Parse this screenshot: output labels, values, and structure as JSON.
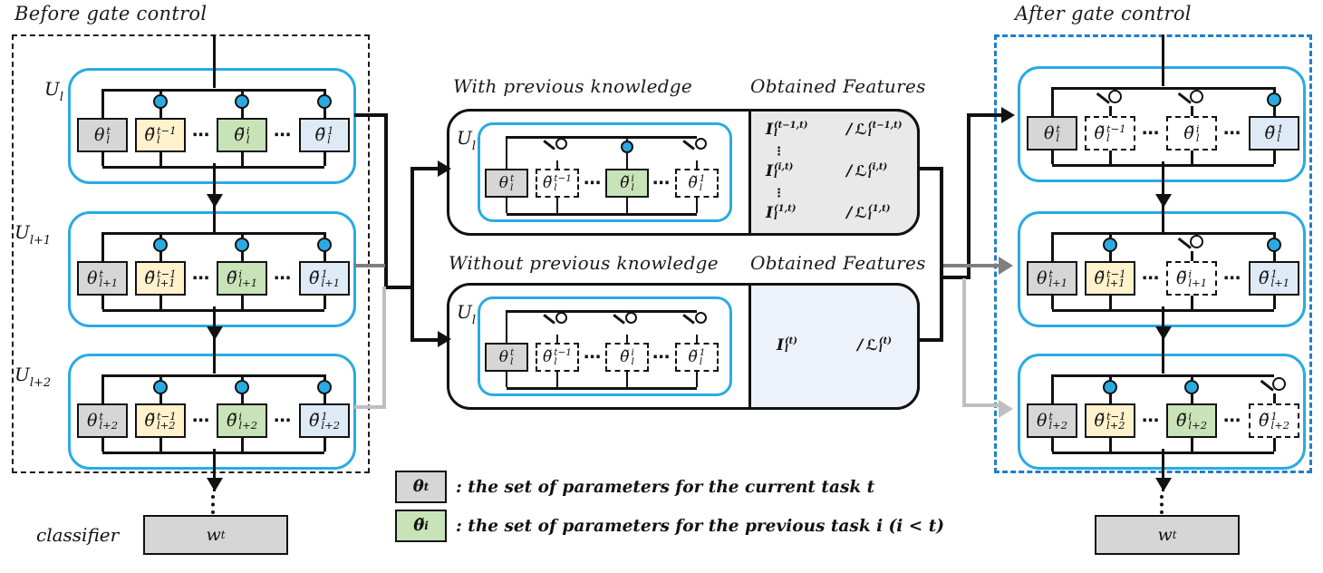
{
  "titles": {
    "left": "Before gate control",
    "right": "After gate control",
    "middle_top": "With previous knowledge",
    "middle_bottom": "Without previous knowledge",
    "features_top": "Obtained Features",
    "features_bottom": "Obtained Features"
  },
  "classifier": {
    "label": "classifier",
    "w_sym": "w",
    "w_sup": "t"
  },
  "right_classifier": {
    "w_sym": "w",
    "w_sup": "t"
  },
  "legend": [
    {
      "sym": "θ",
      "sup": "t",
      "fill": "gray",
      "text": ": the set of parameters for the current task t"
    },
    {
      "sym": "θ̃",
      "sup": "i",
      "fill": "green",
      "text": ": the set of parameters for the previous task  i (i < t)"
    }
  ],
  "symbols": {
    "hdots": "⋯",
    "vdots": "⋮",
    "slash": "/"
  },
  "colors": {
    "unit_blue": "#29ABE2",
    "gate_blue": "#29ABE2",
    "dashed_blue": "#1F7EC8",
    "box_gray": "#D6D6D6",
    "box_yellow": "#FFF2CC",
    "box_green": "#C9E3B9",
    "box_blue": "#DEEAF6",
    "panel_gray": "#E9E9E9",
    "panel_blue": "#EDF2FA",
    "line_black": "#111111",
    "line_gray": "#7F7F7F",
    "line_lightgray": "#BFBFBF"
  },
  "units": {
    "left": [
      {
        "label_sym": "U",
        "label_sub": "l",
        "boxes": [
          {
            "sym": "θ",
            "sup": "t",
            "sub": "l",
            "fill": "gray",
            "gate": "none"
          },
          {
            "sym": "θ̃",
            "sup": "t−1",
            "sub": "l",
            "fill": "yellow",
            "gate": "closed"
          },
          {
            "sym": "θ̃",
            "sup": "i",
            "sub": "l",
            "fill": "green",
            "gate": "closed"
          },
          {
            "sym": "θ̃",
            "sup": "1",
            "sub": "l",
            "fill": "blue",
            "gate": "closed"
          }
        ]
      },
      {
        "label_sym": "U",
        "label_sub": "l+1",
        "boxes": [
          {
            "sym": "θ",
            "sup": "t",
            "sub": "l+1",
            "fill": "gray",
            "gate": "none"
          },
          {
            "sym": "θ̃",
            "sup": "t−1",
            "sub": "l+1",
            "fill": "yellow",
            "gate": "closed"
          },
          {
            "sym": "θ̃",
            "sup": "i",
            "sub": "l+1",
            "fill": "green",
            "gate": "closed"
          },
          {
            "sym": "θ̃",
            "sup": "1",
            "sub": "l+1",
            "fill": "blue",
            "gate": "closed"
          }
        ]
      },
      {
        "label_sym": "U",
        "label_sub": "l+2",
        "boxes": [
          {
            "sym": "θ",
            "sup": "t",
            "sub": "l+2",
            "fill": "gray",
            "gate": "none"
          },
          {
            "sym": "θ̃",
            "sup": "t−1",
            "sub": "l+2",
            "fill": "yellow",
            "gate": "closed"
          },
          {
            "sym": "θ̃",
            "sup": "i",
            "sub": "l+2",
            "fill": "green",
            "gate": "closed"
          },
          {
            "sym": "θ̃",
            "sup": "1",
            "sub": "l+2",
            "fill": "blue",
            "gate": "closed"
          }
        ]
      }
    ],
    "middle": [
      {
        "label_sym": "U",
        "label_sub": "l",
        "boxes": [
          {
            "sym": "θ",
            "sup": "t",
            "sub": "l",
            "fill": "gray",
            "gate": "none"
          },
          {
            "sym": "θ̃",
            "sup": "t−1",
            "sub": "l",
            "fill": "dashed",
            "gate": "open"
          },
          {
            "sym": "θ̃",
            "sup": "i",
            "sub": "l",
            "fill": "green",
            "gate": "closed"
          },
          {
            "sym": "θ̃",
            "sup": "1",
            "sub": "l",
            "fill": "dashed",
            "gate": "open"
          }
        ]
      },
      {
        "label_sym": "U",
        "label_sub": "l",
        "boxes": [
          {
            "sym": "θ",
            "sup": "t",
            "sub": "l",
            "fill": "gray",
            "gate": "none"
          },
          {
            "sym": "θ̃",
            "sup": "t−1",
            "sub": "l",
            "fill": "dashed",
            "gate": "open"
          },
          {
            "sym": "θ̃",
            "sup": "i",
            "sub": "l",
            "fill": "dashed",
            "gate": "open"
          },
          {
            "sym": "θ̃",
            "sup": "1",
            "sub": "l",
            "fill": "dashed",
            "gate": "open"
          }
        ]
      }
    ],
    "right": [
      {
        "boxes": [
          {
            "sym": "θ",
            "sup": "t",
            "sub": "l",
            "fill": "gray",
            "gate": "none"
          },
          {
            "sym": "θ̃",
            "sup": "t−1",
            "sub": "l",
            "fill": "dashed",
            "gate": "open"
          },
          {
            "sym": "θ̃",
            "sup": "i",
            "sub": "l",
            "fill": "dashed",
            "gate": "open"
          },
          {
            "sym": "θ̃",
            "sup": "1",
            "sub": "l",
            "fill": "blue",
            "gate": "closed"
          }
        ]
      },
      {
        "boxes": [
          {
            "sym": "θ",
            "sup": "t",
            "sub": "l+1",
            "fill": "gray",
            "gate": "none"
          },
          {
            "sym": "θ̃",
            "sup": "t−1",
            "sub": "l+1",
            "fill": "yellow",
            "gate": "closed"
          },
          {
            "sym": "θ̃",
            "sup": "i",
            "sub": "l+1",
            "fill": "dashed",
            "gate": "open"
          },
          {
            "sym": "θ̃",
            "sup": "1",
            "sub": "l+1",
            "fill": "blue",
            "gate": "closed"
          }
        ]
      },
      {
        "boxes": [
          {
            "sym": "θ",
            "sup": "t",
            "sub": "l+2",
            "fill": "gray",
            "gate": "none"
          },
          {
            "sym": "θ̃",
            "sup": "t−1",
            "sub": "l+2",
            "fill": "yellow",
            "gate": "closed"
          },
          {
            "sym": "θ̃",
            "sup": "i",
            "sub": "l+2",
            "fill": "green",
            "gate": "closed"
          },
          {
            "sym": "θ̃",
            "sup": "1",
            "sub": "l+2",
            "fill": "dashed",
            "gate": "open"
          }
        ]
      }
    ]
  },
  "features": {
    "top_rows": [
      {
        "f_sym": "I",
        "f_sup": "(t−1,t)",
        "f_sub": "l",
        "g_sym": "ℒ",
        "g_sup": "(t−1,t)",
        "g_sub": "l"
      },
      {
        "f_sym": "I",
        "f_sup": "(i,t)",
        "f_sub": "l",
        "g_sym": "ℒ",
        "g_sup": "(i,t)",
        "g_sub": "l"
      },
      {
        "f_sym": "I",
        "f_sup": "(1,t)",
        "f_sub": "l",
        "g_sym": "ℒ",
        "g_sup": "(1,t)",
        "g_sub": "l"
      }
    ],
    "bottom_row": {
      "f_sym": "I",
      "f_sup": "(t)",
      "f_sub": "l",
      "g_sym": "ℒ",
      "g_sup": "(t)",
      "g_sub": "l"
    }
  }
}
